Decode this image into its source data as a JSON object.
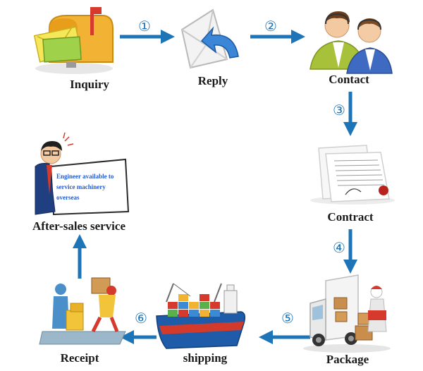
{
  "steps": [
    {
      "label": "Inquiry"
    },
    {
      "label": "Reply"
    },
    {
      "label": "Contact"
    },
    {
      "label": "Contract"
    },
    {
      "label": "Package"
    },
    {
      "label": "shipping"
    },
    {
      "label": "Receipt"
    },
    {
      "label": "After-sales service"
    }
  ],
  "step_numbers": [
    "①",
    "②",
    "③",
    "④",
    "⑤",
    "⑥"
  ],
  "sign_lines": [
    "Engineer available to",
    "service machinery",
    "overseas"
  ],
  "colors": {
    "arrow": "#1d75b8",
    "circle": "#1d75b8",
    "label": "#1a1a1a",
    "sign_text": "#1f5bd6"
  }
}
